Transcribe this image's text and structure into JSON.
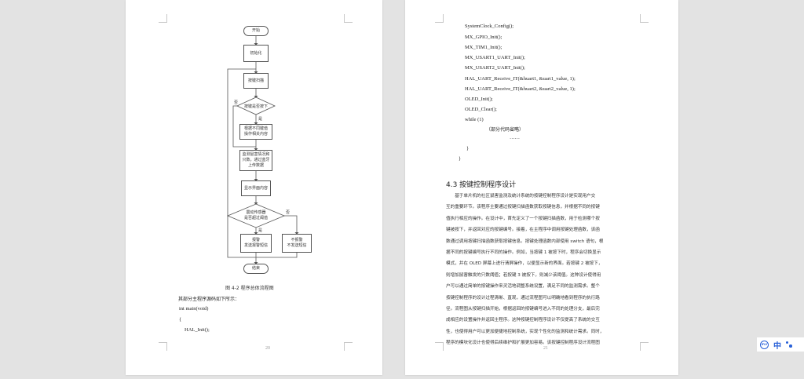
{
  "left_page": {
    "page_number": "20",
    "flowchart": {
      "start": "开始",
      "init": "初始化",
      "scan": "按键扫描",
      "decision1": "按键是否按下",
      "decision1_no": "否",
      "decision1_yes": "是",
      "action1_line1": "根据不同键值",
      "action1_line2": "操作相关内容",
      "monitor_line1": "监测鼠害情况和",
      "monitor_line2": "只数，通过蓝牙",
      "monitor_line3": "上传数据",
      "display": "显示界面内容",
      "decision2_line1": "震动传感器",
      "decision2_line2": "是否超过阈值",
      "decision2_no": "否",
      "decision2_yes": "是",
      "alarm_line1": "报警",
      "alarm_line2": "发送报警短信",
      "noalarm_line1": "不报警",
      "noalarm_line2": "不发送短信",
      "end": "结束"
    },
    "caption": "图 4-2   程序总体流程图",
    "intro": "其部分主程序源码如下所示：",
    "code": [
      "int main(void)",
      "{",
      "HAL_Init();"
    ]
  },
  "right_page": {
    "page_number": "21",
    "code": [
      "SystemClock_Config();",
      "MX_GPIO_Init();",
      "MX_TIM1_Init();",
      "MX_USART1_UART_Init();",
      "MX_USART2_UART_Init();",
      " HAL_UART_Receive_IT(&huart1, &uart1_value, 1);",
      "HAL_UART_Receive_IT(&huart2, &uart2_value, 1);",
      "OLED_Init();",
      "OLED_Clear();",
      "while (1)",
      "（部分代码省略）",
      "……",
      "}",
      "}"
    ],
    "section_heading": "4.3  按键控制程序设计",
    "paragraph_lines": [
      "　　基于单片机的社区鼠害监测及统计系统的按键控制程序设计是实现用户交",
      "互的重要环节。该程序主要通过按键扫描函数获取按键信息，并根据不同的按键",
      "值执行相应的操作。在设计中，首先定义了一个按键扫描函数，用于检测哪个按",
      "键被按下，并返回对应的按键编号。接着，在主程序中调用按键处理函数，该函",
      "数通过调用按键扫描函数获取按键信息。按键处理函数内部使用 switch 语句，根",
      "据不同的按键编号执行不同的操作。例如，当按键 1 被按下时，程序会切换显示",
      "模式，并在 OLED 屏幕上进行清屏操作，以便显示新的界面。若按键 2 被按下，",
      "则增加鼠害触发的只数阈值；若按键 3 被按下，则减少该阈值。这种设计使得用",
      "户可以通过简单的按键操作来灵活地调整系统设置，满足不同的监测需求。整个",
      "按键控制程序的设计过程清晰、直观，通过流程图可以明确地看到程序的执行路",
      "径。流程图从按键扫描开始，根据返回的按键编号进入不同的处理分支，最后完",
      "成相应的设置操作并返回主程序。这种按键控制程序设计不仅提高了系统的交互",
      "性，也使得用户可以更加便捷地控制系统，实现个性化的监测和统计需求。同时，",
      "程序的模块化设计也使得后续维护和扩展更加容易。该按键控制程序设计流程图"
    ]
  },
  "ime_toolbar": {
    "logo_text": "iFLY",
    "language": "中",
    "icons": [
      "ime-logo-icon",
      "language-toggle",
      "punctuation-icon"
    ],
    "accent_color": "#2860d8"
  }
}
